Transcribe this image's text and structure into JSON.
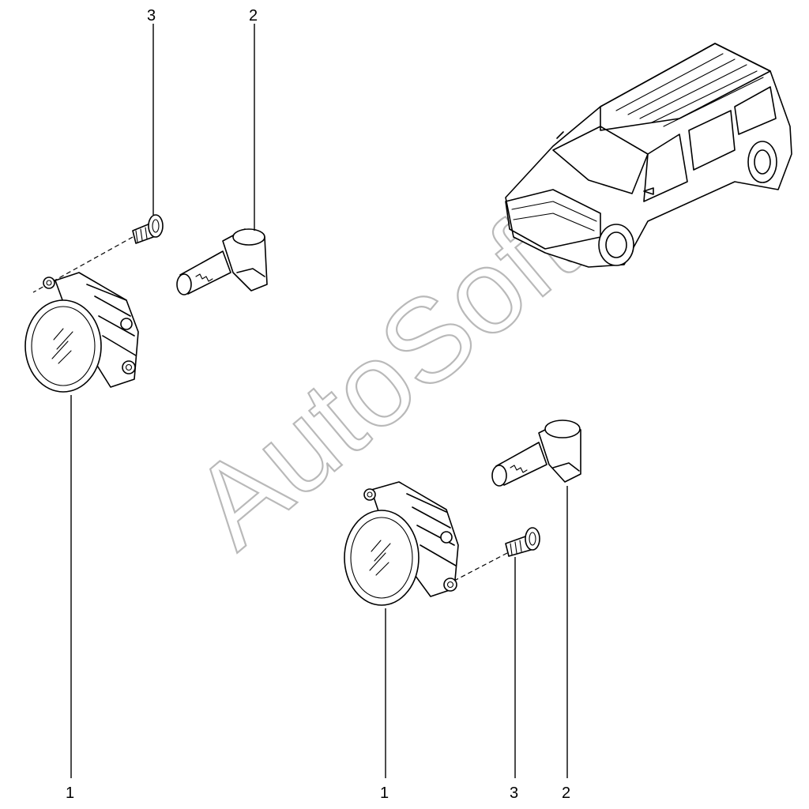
{
  "callouts": {
    "top_screw": "3",
    "top_bulb": "2",
    "left_lamp": "1",
    "bottom_lamp": "1",
    "bottom_screw": "3",
    "bottom_bulb": "2"
  },
  "watermark": "AutoSoft"
}
